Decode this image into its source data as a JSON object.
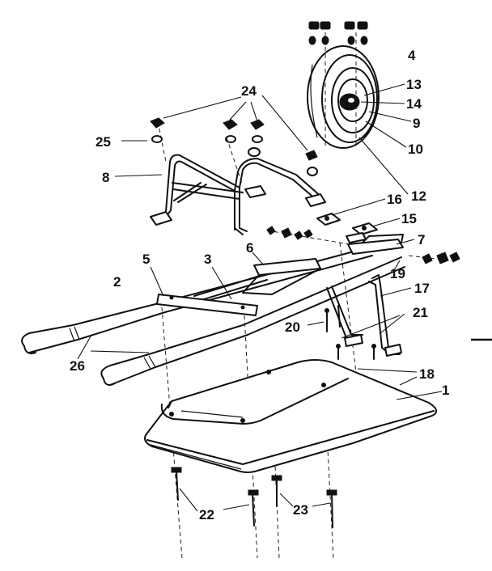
{
  "parts": {
    "p1": "1",
    "p2": "2",
    "p3": "3",
    "p4": "4",
    "p5": "5",
    "p6": "6",
    "p7": "7",
    "p8": "8",
    "p9": "9",
    "p10": "10",
    "p12": "12",
    "p13": "13",
    "p14": "14",
    "p15": "15",
    "p16": "16",
    "p17": "17",
    "p18": "18",
    "p19": "19",
    "p20": "20",
    "p21": "21",
    "p22": "22",
    "p23": "23",
    "p24": "24",
    "p25": "25",
    "p26": "26"
  }
}
